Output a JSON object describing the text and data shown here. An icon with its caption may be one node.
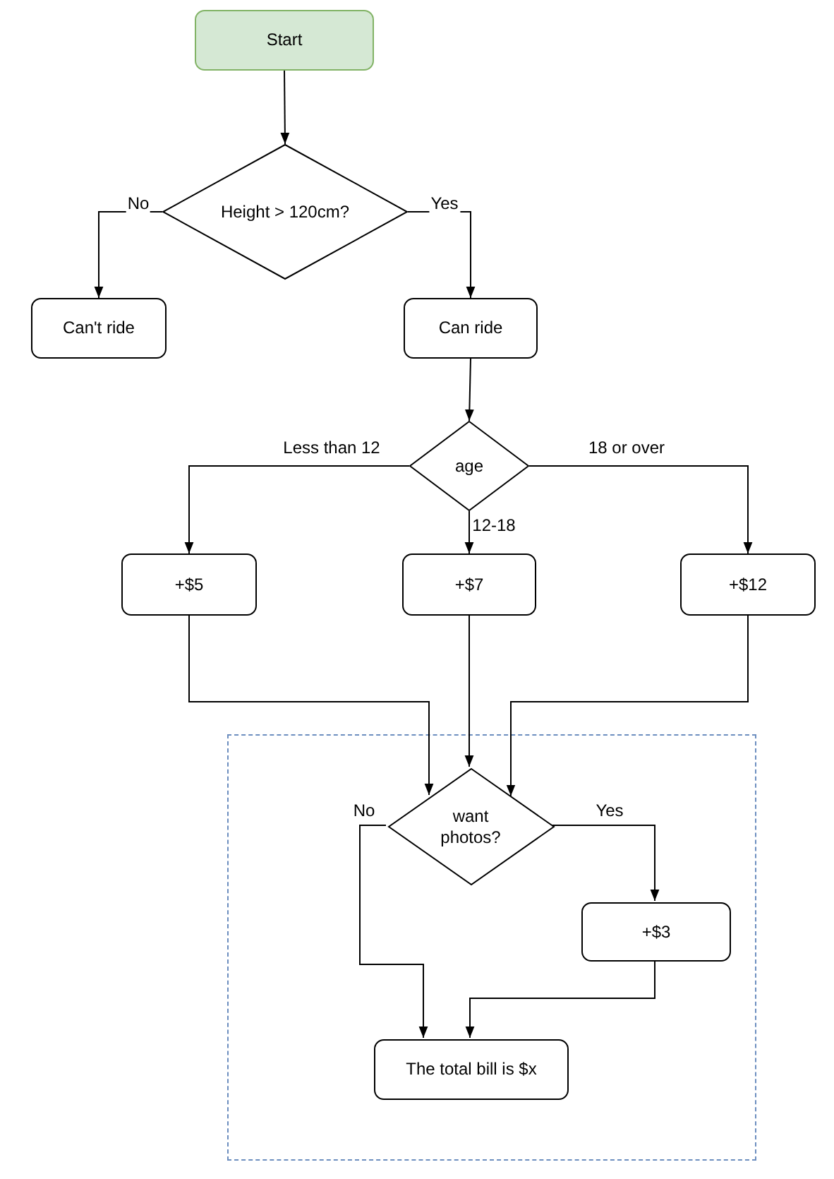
{
  "diagram": {
    "nodes": [
      {
        "text": [
          "Start"
        ]
      },
      {
        "text": [
          "Height > 120cm?"
        ]
      },
      {
        "text": [
          "Can't ride"
        ]
      },
      {
        "text": [
          "Can ride"
        ]
      },
      {
        "text": [
          "age"
        ]
      },
      {
        "text": [
          "+$5"
        ]
      },
      {
        "text": [
          "+$7"
        ]
      },
      {
        "text": [
          "+$12"
        ]
      },
      {
        "text": [],
        "shape": "box"
      },
      {
        "text": [
          "want photos?"
        ],
        "in": 8
      },
      {
        "text": [
          "+$3"
        ],
        "in": 8
      },
      {
        "text": [
          "The total bill is $x"
        ],
        "in": 8
      }
    ],
    "edges": [
      {
        "from": 0,
        "to": 1,
        "arrow": "to"
      },
      {
        "from": 1,
        "to": 2,
        "arrow": "to",
        "label": "No"
      },
      {
        "from": 1,
        "to": 3,
        "arrow": "to",
        "label": "Yes"
      },
      {
        "from": 3,
        "to": 4,
        "arrow": "to"
      },
      {
        "from": 4,
        "to": 5,
        "arrow": "to",
        "label": "Less than 12"
      },
      {
        "from": 4,
        "to": 6,
        "arrow": "to",
        "label": "12-18"
      },
      {
        "from": 4,
        "to": 7,
        "arrow": "to",
        "label": "18 or over"
      },
      {
        "from": 5,
        "to": 9,
        "arrow": "to"
      },
      {
        "from": 6,
        "to": 9,
        "arrow": "to"
      },
      {
        "from": 7,
        "to": 9,
        "arrow": "to"
      },
      {
        "from": 9,
        "to": 11,
        "arrow": "to",
        "label": "No"
      },
      {
        "from": 9,
        "to": 10,
        "arrow": "to",
        "label": "Yes"
      },
      {
        "from": 10,
        "to": 11,
        "arrow": "to"
      }
    ]
  }
}
